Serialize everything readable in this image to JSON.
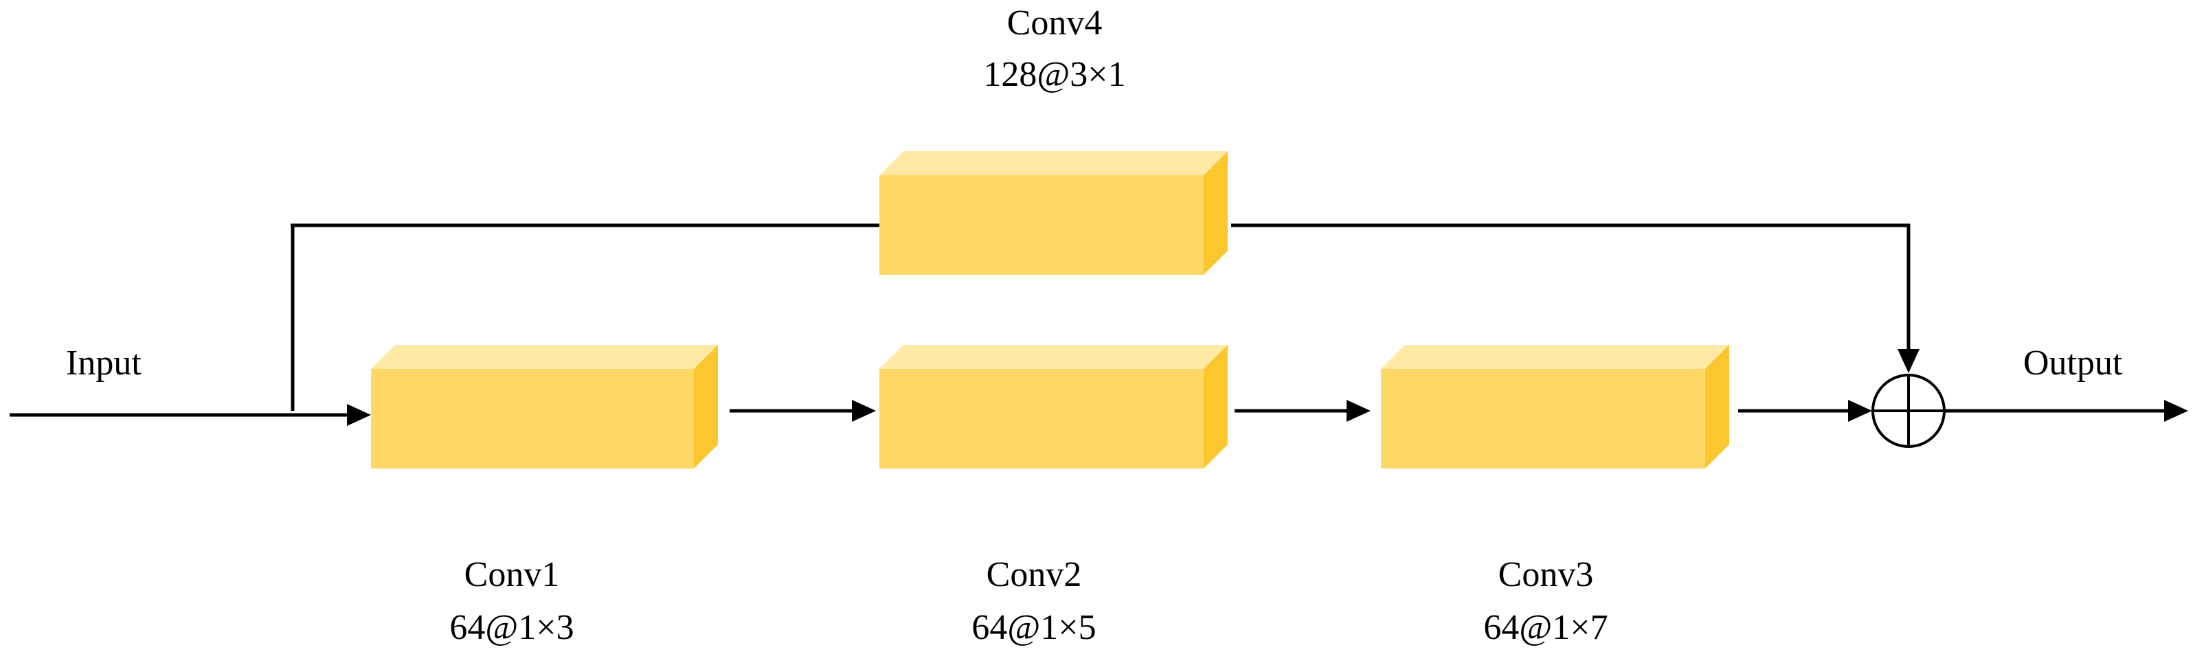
{
  "labels": {
    "input": "Input",
    "output": "Output"
  },
  "blocks": {
    "conv1": {
      "name": "Conv1",
      "spec": "64@1×3"
    },
    "conv2": {
      "name": "Conv2",
      "spec": "64@1×5"
    },
    "conv3": {
      "name": "Conv3",
      "spec": "64@1×7"
    },
    "conv4": {
      "name": "Conv4",
      "spec": "128@3×1"
    }
  },
  "colors": {
    "block_front": "#FDD867",
    "block_top": "#FFE9A4",
    "block_side": "#FCC72E",
    "line": "#000000"
  }
}
